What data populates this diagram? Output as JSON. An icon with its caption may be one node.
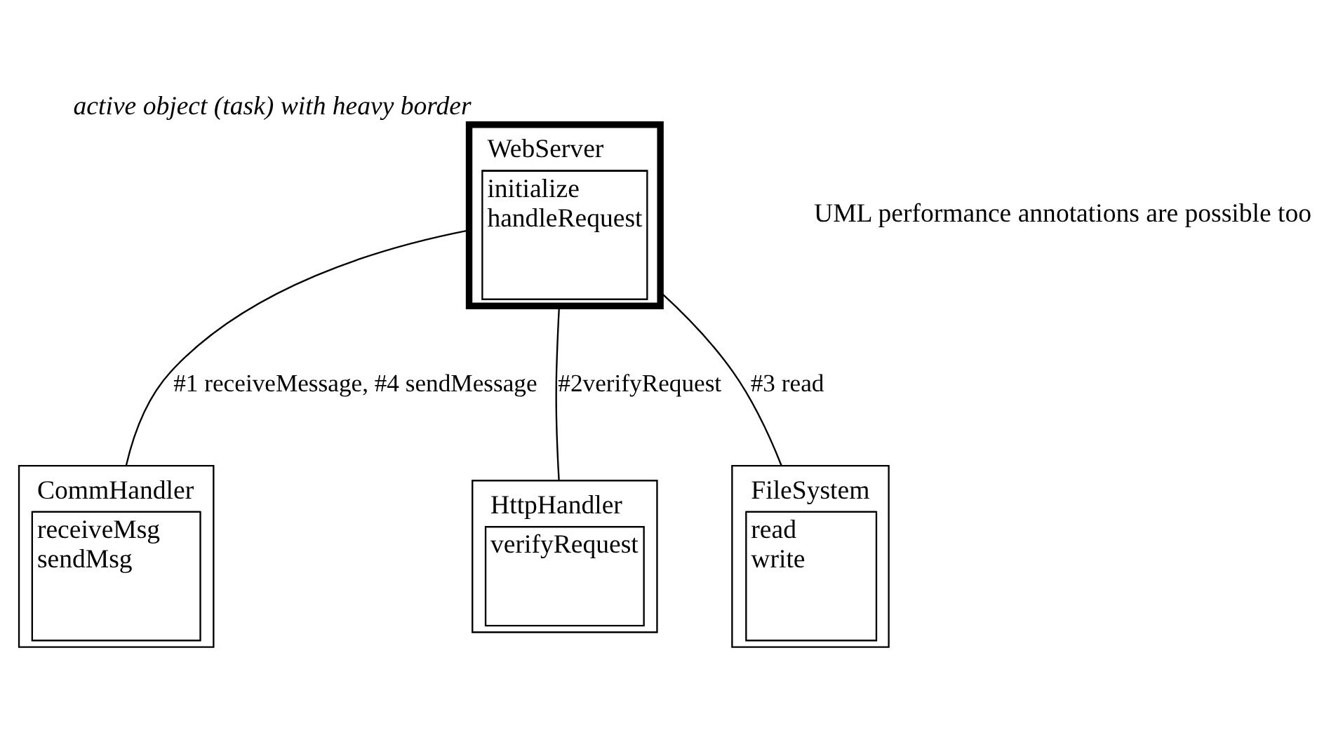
{
  "diagram": {
    "nodes": [
      {
        "text": [
          "WebServer",
          "initialize",
          "handleRequest"
        ],
        "beside": [
          "active object (task) with heavy border"
        ]
      },
      {
        "text": [
          "CommHandler",
          "receiveMsg",
          "sendMsg"
        ]
      },
      {
        "text": [
          "HttpHandler",
          "verifyRequest"
        ]
      },
      {
        "text": [
          "FileSystem",
          "read",
          "write"
        ]
      }
    ],
    "edges": [
      {
        "from": 0,
        "to": 1,
        "arrow": "none",
        "label": "#1 receiveMessage, #4 sendMessage"
      },
      {
        "from": 0,
        "to": 2,
        "arrow": "none",
        "label": "#2verifyRequest"
      },
      {
        "from": 0,
        "to": 3,
        "arrow": "none",
        "label": "#3 read"
      }
    ],
    "labels": [
      "UML performance annotations are possible too"
    ]
  }
}
